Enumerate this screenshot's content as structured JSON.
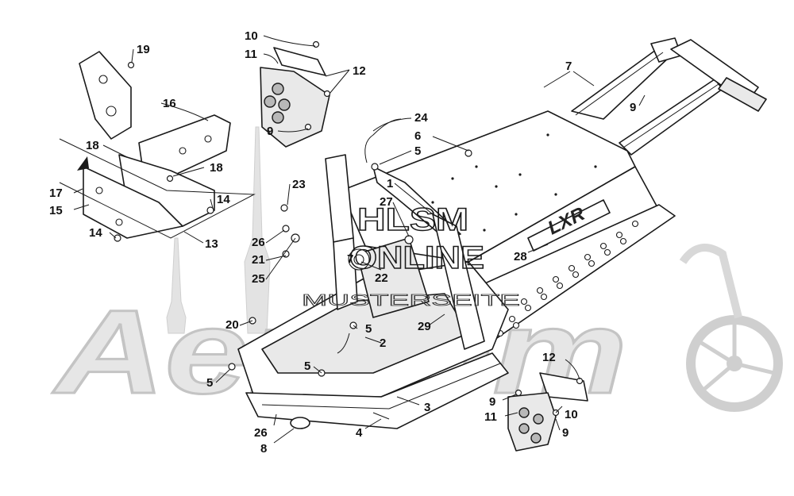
{
  "watermark": {
    "big_text": "Aeroom",
    "stamp_line1": "HLSM",
    "stamp_line2": "ONLINE",
    "stamp_line3": "MUSTERSEITE"
  },
  "brand_decal": "LXR",
  "callouts": [
    {
      "id": "c-19",
      "label": "19"
    },
    {
      "id": "c-16",
      "label": "16"
    },
    {
      "id": "c-18a",
      "label": "18"
    },
    {
      "id": "c-18b",
      "label": "18"
    },
    {
      "id": "c-17",
      "label": "17"
    },
    {
      "id": "c-15",
      "label": "15"
    },
    {
      "id": "c-14a",
      "label": "14"
    },
    {
      "id": "c-14b",
      "label": "14"
    },
    {
      "id": "c-13",
      "label": "13"
    },
    {
      "id": "c-10a",
      "label": "10"
    },
    {
      "id": "c-11a",
      "label": "11"
    },
    {
      "id": "c-12a",
      "label": "12"
    },
    {
      "id": "c-9a",
      "label": "9"
    },
    {
      "id": "c-7a",
      "label": "7"
    },
    {
      "id": "c-9b",
      "label": "9"
    },
    {
      "id": "c-24",
      "label": "24"
    },
    {
      "id": "c-6",
      "label": "6"
    },
    {
      "id": "c-5a",
      "label": "5"
    },
    {
      "id": "c-1",
      "label": "1"
    },
    {
      "id": "c-27",
      "label": "27"
    },
    {
      "id": "c-23",
      "label": "23"
    },
    {
      "id": "c-26a",
      "label": "26"
    },
    {
      "id": "c-21",
      "label": "21"
    },
    {
      "id": "c-25",
      "label": "25"
    },
    {
      "id": "c-7b",
      "label": "7"
    },
    {
      "id": "c-22",
      "label": "22"
    },
    {
      "id": "c-28",
      "label": "28"
    },
    {
      "id": "c-20",
      "label": "20"
    },
    {
      "id": "c-5b",
      "label": "5"
    },
    {
      "id": "c-2",
      "label": "2"
    },
    {
      "id": "c-29",
      "label": "29"
    },
    {
      "id": "c-5c",
      "label": "5"
    },
    {
      "id": "c-5d",
      "label": "5"
    },
    {
      "id": "c-3",
      "label": "3"
    },
    {
      "id": "c-26b",
      "label": "26"
    },
    {
      "id": "c-8",
      "label": "8"
    },
    {
      "id": "c-4",
      "label": "4"
    },
    {
      "id": "c-12b",
      "label": "12"
    },
    {
      "id": "c-9c",
      "label": "9"
    },
    {
      "id": "c-11b",
      "label": "11"
    },
    {
      "id": "c-10b",
      "label": "10"
    },
    {
      "id": "c-9d",
      "label": "9"
    }
  ]
}
